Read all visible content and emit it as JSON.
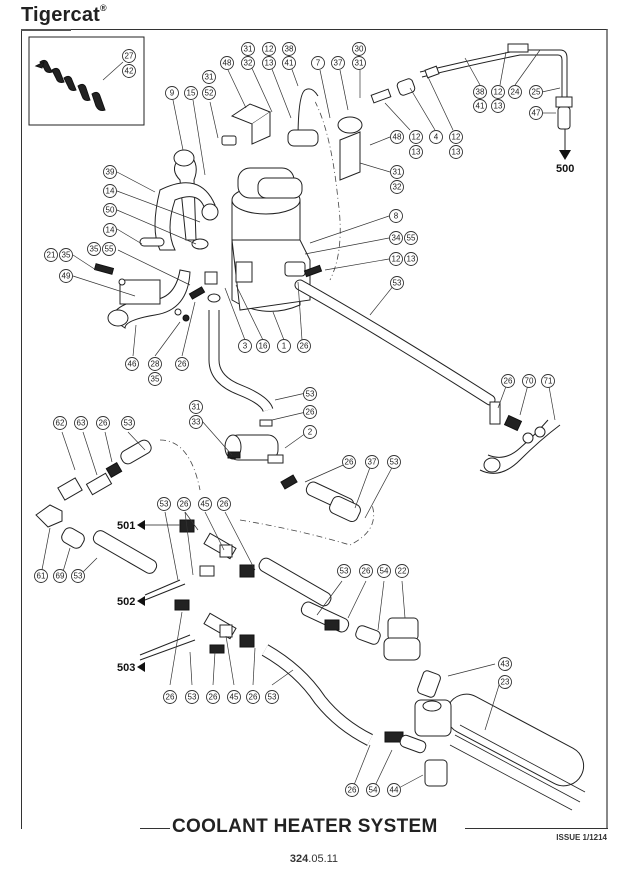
{
  "header": {
    "brand": "Tigercat",
    "brand_mark": "®"
  },
  "diagram": {
    "title": "COOLANT HEATER SYSTEM",
    "issue": "ISSUE 1/1214",
    "page_number_bold": "324",
    "page_number_rest": ".05.11",
    "flow_references": [
      "500",
      "501",
      "502",
      "503"
    ],
    "inset_callouts": [
      "27",
      "42"
    ],
    "callouts": [
      {
        "id": "c-9",
        "label": "9"
      },
      {
        "id": "c-15",
        "label": "15"
      },
      {
        "id": "c-31a",
        "label": "31"
      },
      {
        "id": "c-52",
        "label": "52"
      },
      {
        "id": "c-48a",
        "label": "48"
      },
      {
        "id": "c-31b",
        "label": "31"
      },
      {
        "id": "c-32a",
        "label": "32"
      },
      {
        "id": "c-12a",
        "label": "12"
      },
      {
        "id": "c-13a",
        "label": "13"
      },
      {
        "id": "c-38a",
        "label": "38"
      },
      {
        "id": "c-41a",
        "label": "41"
      },
      {
        "id": "c-7",
        "label": "7"
      },
      {
        "id": "c-37a",
        "label": "37"
      },
      {
        "id": "c-30",
        "label": "30"
      },
      {
        "id": "c-31c",
        "label": "31"
      },
      {
        "id": "c-48b",
        "label": "48"
      },
      {
        "id": "c-12b",
        "label": "12"
      },
      {
        "id": "c-13b",
        "label": "13"
      },
      {
        "id": "c-4",
        "label": "4"
      },
      {
        "id": "c-12c",
        "label": "12"
      },
      {
        "id": "c-13c",
        "label": "13"
      },
      {
        "id": "c-31d",
        "label": "31"
      },
      {
        "id": "c-32b",
        "label": "32"
      },
      {
        "id": "c-38b",
        "label": "38"
      },
      {
        "id": "c-41b",
        "label": "41"
      },
      {
        "id": "c-12d",
        "label": "12"
      },
      {
        "id": "c-13d",
        "label": "13"
      },
      {
        "id": "c-24",
        "label": "24"
      },
      {
        "id": "c-25",
        "label": "25"
      },
      {
        "id": "c-47",
        "label": "47"
      },
      {
        "id": "c-39",
        "label": "39"
      },
      {
        "id": "c-14a",
        "label": "14"
      },
      {
        "id": "c-50",
        "label": "50"
      },
      {
        "id": "c-14b",
        "label": "14"
      },
      {
        "id": "c-35a",
        "label": "35"
      },
      {
        "id": "c-55a",
        "label": "55"
      },
      {
        "id": "c-21",
        "label": "21"
      },
      {
        "id": "c-35b",
        "label": "35"
      },
      {
        "id": "c-49",
        "label": "49"
      },
      {
        "id": "c-46",
        "label": "46"
      },
      {
        "id": "c-28",
        "label": "28"
      },
      {
        "id": "c-35c",
        "label": "35"
      },
      {
        "id": "c-26a",
        "label": "26"
      },
      {
        "id": "c-3",
        "label": "3"
      },
      {
        "id": "c-16",
        "label": "16"
      },
      {
        "id": "c-1",
        "label": "1"
      },
      {
        "id": "c-26b",
        "label": "26"
      },
      {
        "id": "c-8",
        "label": "8"
      },
      {
        "id": "c-34",
        "label": "34"
      },
      {
        "id": "c-55b",
        "label": "55"
      },
      {
        "id": "c-12e",
        "label": "12"
      },
      {
        "id": "c-13e",
        "label": "13"
      },
      {
        "id": "c-53a",
        "label": "53"
      },
      {
        "id": "c-26c",
        "label": "26"
      },
      {
        "id": "c-70",
        "label": "70"
      },
      {
        "id": "c-71",
        "label": "71"
      },
      {
        "id": "c-53b",
        "label": "53"
      },
      {
        "id": "c-26d",
        "label": "26"
      },
      {
        "id": "c-31e",
        "label": "31"
      },
      {
        "id": "c-33",
        "label": "33"
      },
      {
        "id": "c-2",
        "label": "2"
      },
      {
        "id": "c-26e",
        "label": "26"
      },
      {
        "id": "c-37b",
        "label": "37"
      },
      {
        "id": "c-53c",
        "label": "53"
      },
      {
        "id": "c-62",
        "label": "62"
      },
      {
        "id": "c-63",
        "label": "63"
      },
      {
        "id": "c-26f",
        "label": "26"
      },
      {
        "id": "c-53d",
        "label": "53"
      },
      {
        "id": "c-53e",
        "label": "53"
      },
      {
        "id": "c-26g",
        "label": "26"
      },
      {
        "id": "c-45a",
        "label": "45"
      },
      {
        "id": "c-26h",
        "label": "26"
      },
      {
        "id": "c-61",
        "label": "61"
      },
      {
        "id": "c-69",
        "label": "69"
      },
      {
        "id": "c-53f",
        "label": "53"
      },
      {
        "id": "c-53g",
        "label": "53"
      },
      {
        "id": "c-26i",
        "label": "26"
      },
      {
        "id": "c-54a",
        "label": "54"
      },
      {
        "id": "c-22",
        "label": "22"
      },
      {
        "id": "c-43",
        "label": "43"
      },
      {
        "id": "c-23",
        "label": "23"
      },
      {
        "id": "c-26j",
        "label": "26"
      },
      {
        "id": "c-53h",
        "label": "53"
      },
      {
        "id": "c-26k",
        "label": "26"
      },
      {
        "id": "c-45b",
        "label": "45"
      },
      {
        "id": "c-26l",
        "label": "26"
      },
      {
        "id": "c-53i",
        "label": "53"
      },
      {
        "id": "c-26m",
        "label": "26"
      },
      {
        "id": "c-54b",
        "label": "54"
      },
      {
        "id": "c-44",
        "label": "44"
      }
    ]
  }
}
